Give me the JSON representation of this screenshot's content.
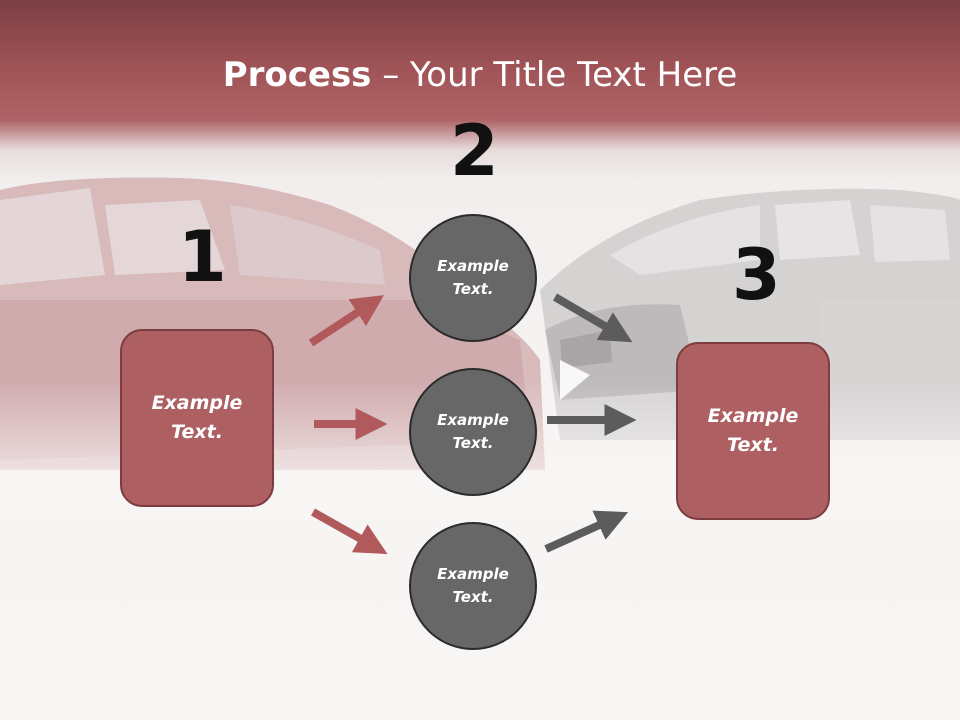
{
  "title": {
    "bold": "Process",
    "rest": " – Your Title Text Here"
  },
  "steps": [
    {
      "number": "1",
      "text": "Example Text."
    },
    {
      "number": "2"
    },
    {
      "number": "3",
      "text": "Example Text."
    }
  ],
  "circles": [
    {
      "text": "Example Text."
    },
    {
      "text": "Example Text."
    },
    {
      "text": "Example Text."
    }
  ],
  "colors": {
    "header": "#a05457",
    "box": "#ad5f61",
    "box_border": "#7d3c40",
    "circle": "#676767",
    "red_arrow": "#b05a5c",
    "gray_arrow": "#5c5c5c"
  }
}
